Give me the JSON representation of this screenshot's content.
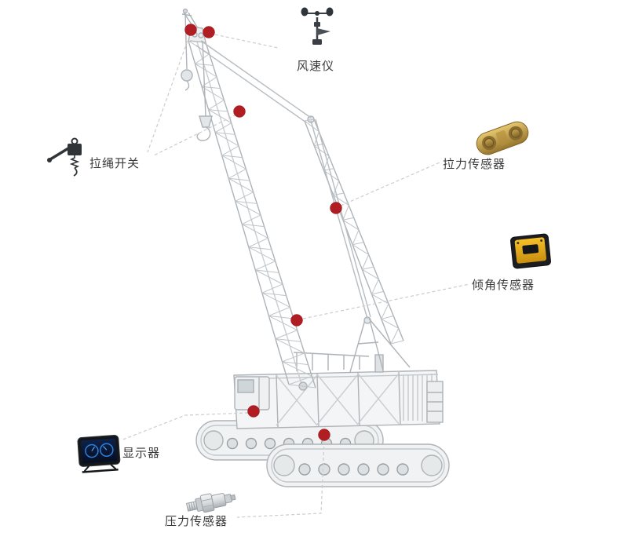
{
  "diagram": {
    "callouts": [
      {
        "id": "anemometer",
        "label": "风速仪"
      },
      {
        "id": "pull-rope-switch",
        "label": "拉绳开关"
      },
      {
        "id": "tension-sensor",
        "label": "拉力传感器"
      },
      {
        "id": "tilt-sensor",
        "label": "倾角传感器"
      },
      {
        "id": "display",
        "label": "显示器"
      },
      {
        "id": "pressure-sensor",
        "label": "压力传感器"
      }
    ],
    "colors": {
      "marker": "#b01d22",
      "marker_edge": "#93151a",
      "leader": "#cccccc",
      "background": "#ffffff"
    }
  }
}
